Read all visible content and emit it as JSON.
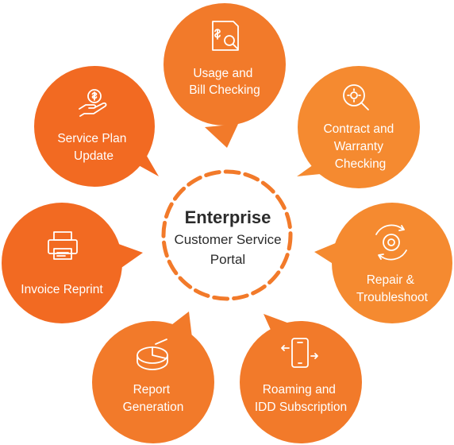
{
  "center": {
    "title": "Enterprise",
    "line1": "Customer Service",
    "line2": "Portal"
  },
  "colors": {
    "bubble": "#f27a2a",
    "bubble_alt": "#f58a30",
    "ring": "#f27a2a",
    "center_text": "#2b2b2b"
  },
  "services": [
    {
      "id": "usage",
      "icon": "document-search-icon",
      "lines": [
        "Usage and",
        "Bill Checking"
      ]
    },
    {
      "id": "contract",
      "icon": "magnifier-gear-icon",
      "lines": [
        "Contract and",
        "Warranty",
        "Checking"
      ]
    },
    {
      "id": "repair",
      "icon": "gear-cycle-icon",
      "lines": [
        "Repair &",
        "Troubleshoot"
      ]
    },
    {
      "id": "roaming",
      "icon": "phone-transfer-icon",
      "lines": [
        "Roaming and",
        "IDD Subscription"
      ]
    },
    {
      "id": "report",
      "icon": "pie-chart-icon",
      "lines": [
        "Report",
        "Generation"
      ]
    },
    {
      "id": "invoice",
      "icon": "printer-icon",
      "lines": [
        "Invoice Reprint"
      ]
    },
    {
      "id": "plan",
      "icon": "hand-dollar-icon",
      "lines": [
        "Service Plan",
        "Update"
      ]
    }
  ]
}
